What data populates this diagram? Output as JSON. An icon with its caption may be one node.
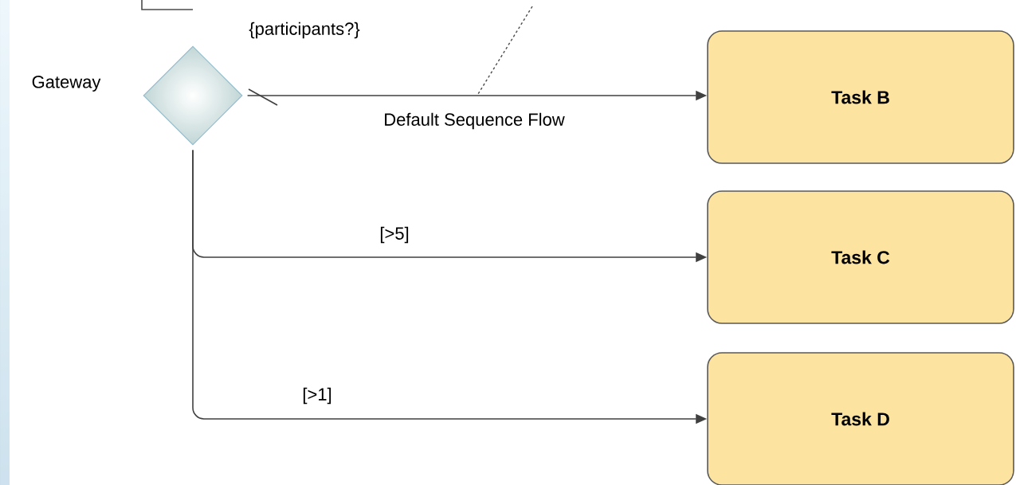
{
  "diagram": {
    "nodes": [
      {
        "text": [],
        "shape": "diamond",
        "beside": [
          "Gateway",
          "{participants?}"
        ]
      },
      {
        "text": [
          "Task B"
        ]
      },
      {
        "text": [
          "Task C"
        ]
      },
      {
        "text": [
          "Task D"
        ]
      }
    ],
    "edges": [
      {
        "from": 0,
        "to": 1,
        "arrow": "to",
        "label": "Default Sequence Flow"
      },
      {
        "from": 0,
        "to": 2,
        "arrow": "to",
        "label": "[>5]"
      },
      {
        "from": 0,
        "to": 3,
        "arrow": "to",
        "label": "[>1]"
      }
    ]
  }
}
